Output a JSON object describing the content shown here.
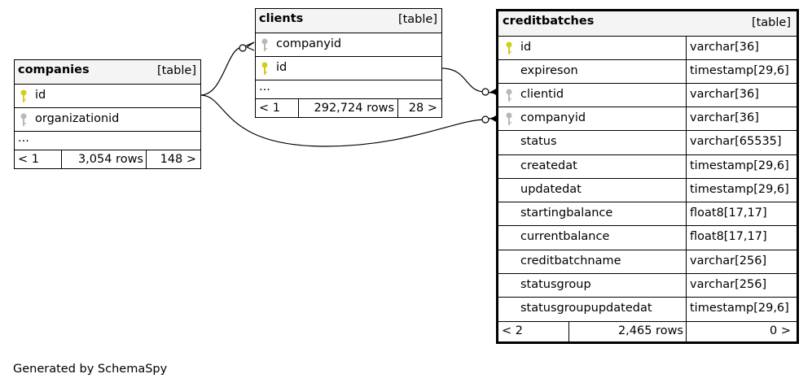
{
  "companies": {
    "name": "companies",
    "type": "[table]",
    "columns": [
      {
        "name": "id",
        "key": "primary"
      },
      {
        "name": "organizationid",
        "key": "foreign"
      }
    ],
    "ellipsis": "...",
    "footer": {
      "left": "< 1",
      "middle": "3,054 rows",
      "right": "148 >"
    }
  },
  "clients": {
    "name": "clients",
    "type": "[table]",
    "columns": [
      {
        "name": "companyid",
        "key": "foreign"
      },
      {
        "name": "id",
        "key": "primary"
      }
    ],
    "ellipsis": "...",
    "footer": {
      "left": "< 1",
      "middle": "292,724 rows",
      "right": "28 >"
    }
  },
  "creditbatches": {
    "name": "creditbatches",
    "type": "[table]",
    "columns": [
      {
        "name": "id",
        "type": "varchar[36]",
        "key": "primary"
      },
      {
        "name": "expireson",
        "type": "timestamp[29,6]",
        "key": ""
      },
      {
        "name": "clientid",
        "type": "varchar[36]",
        "key": "foreign"
      },
      {
        "name": "companyid",
        "type": "varchar[36]",
        "key": "foreign"
      },
      {
        "name": "status",
        "type": "varchar[65535]",
        "key": ""
      },
      {
        "name": "createdat",
        "type": "timestamp[29,6]",
        "key": ""
      },
      {
        "name": "updatedat",
        "type": "timestamp[29,6]",
        "key": ""
      },
      {
        "name": "startingbalance",
        "type": "float8[17,17]",
        "key": ""
      },
      {
        "name": "currentbalance",
        "type": "float8[17,17]",
        "key": ""
      },
      {
        "name": "creditbatchname",
        "type": "varchar[256]",
        "key": ""
      },
      {
        "name": "statusgroup",
        "type": "varchar[256]",
        "key": ""
      },
      {
        "name": "statusgroupupdatedat",
        "type": "timestamp[29,6]",
        "key": ""
      }
    ],
    "footer": {
      "left": "< 2",
      "middle": "2,465 rows",
      "right": "0 >"
    }
  },
  "colors": {
    "primary_key": "#d4cc1a",
    "foreign_key": "#b8b8b8",
    "header_bg": "#f4f4f4"
  },
  "footer_note": "Generated by SchemaSpy"
}
